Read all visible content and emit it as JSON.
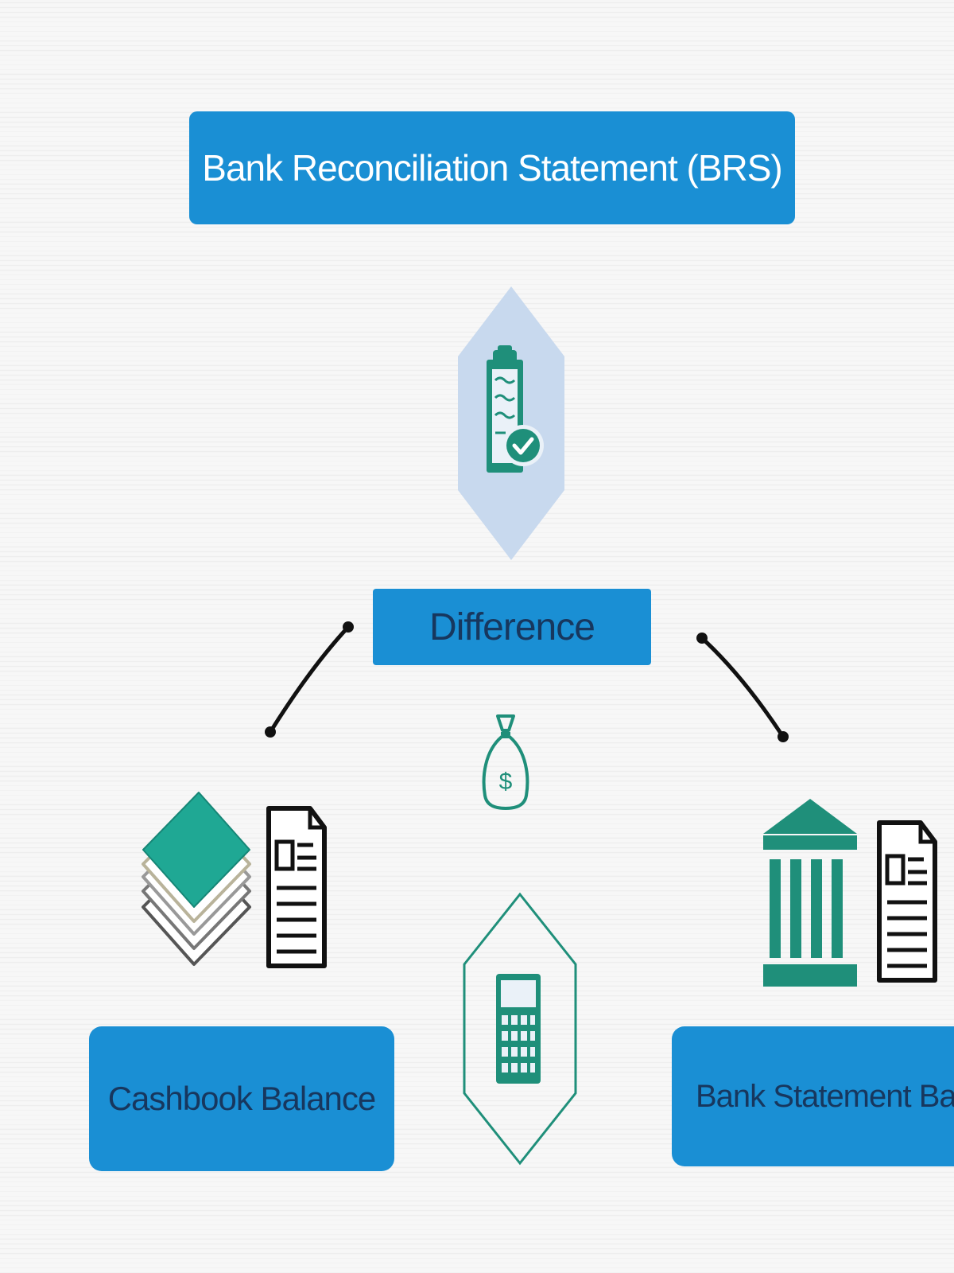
{
  "diagram": {
    "title": "Bank Reconciliation Statement (BRS)",
    "center_label": "Difference",
    "left_label": "Cashbook Balance",
    "right_label": "Bank Statement Balance"
  },
  "icons": {
    "top": "clipboard-check-icon",
    "middle": "money-bag-icon",
    "bottom": "calculator-icon",
    "left_stack": "book-stack-icon",
    "left_doc": "document-icon",
    "right_bank": "bank-building-icon",
    "right_doc": "document-icon"
  },
  "colors": {
    "box_blue": "#1a8fd4",
    "teal": "#1f8f7a",
    "hexagon_fill": "#c8d9ee",
    "title_text": "#ffffff",
    "label_text": "#17375e"
  }
}
